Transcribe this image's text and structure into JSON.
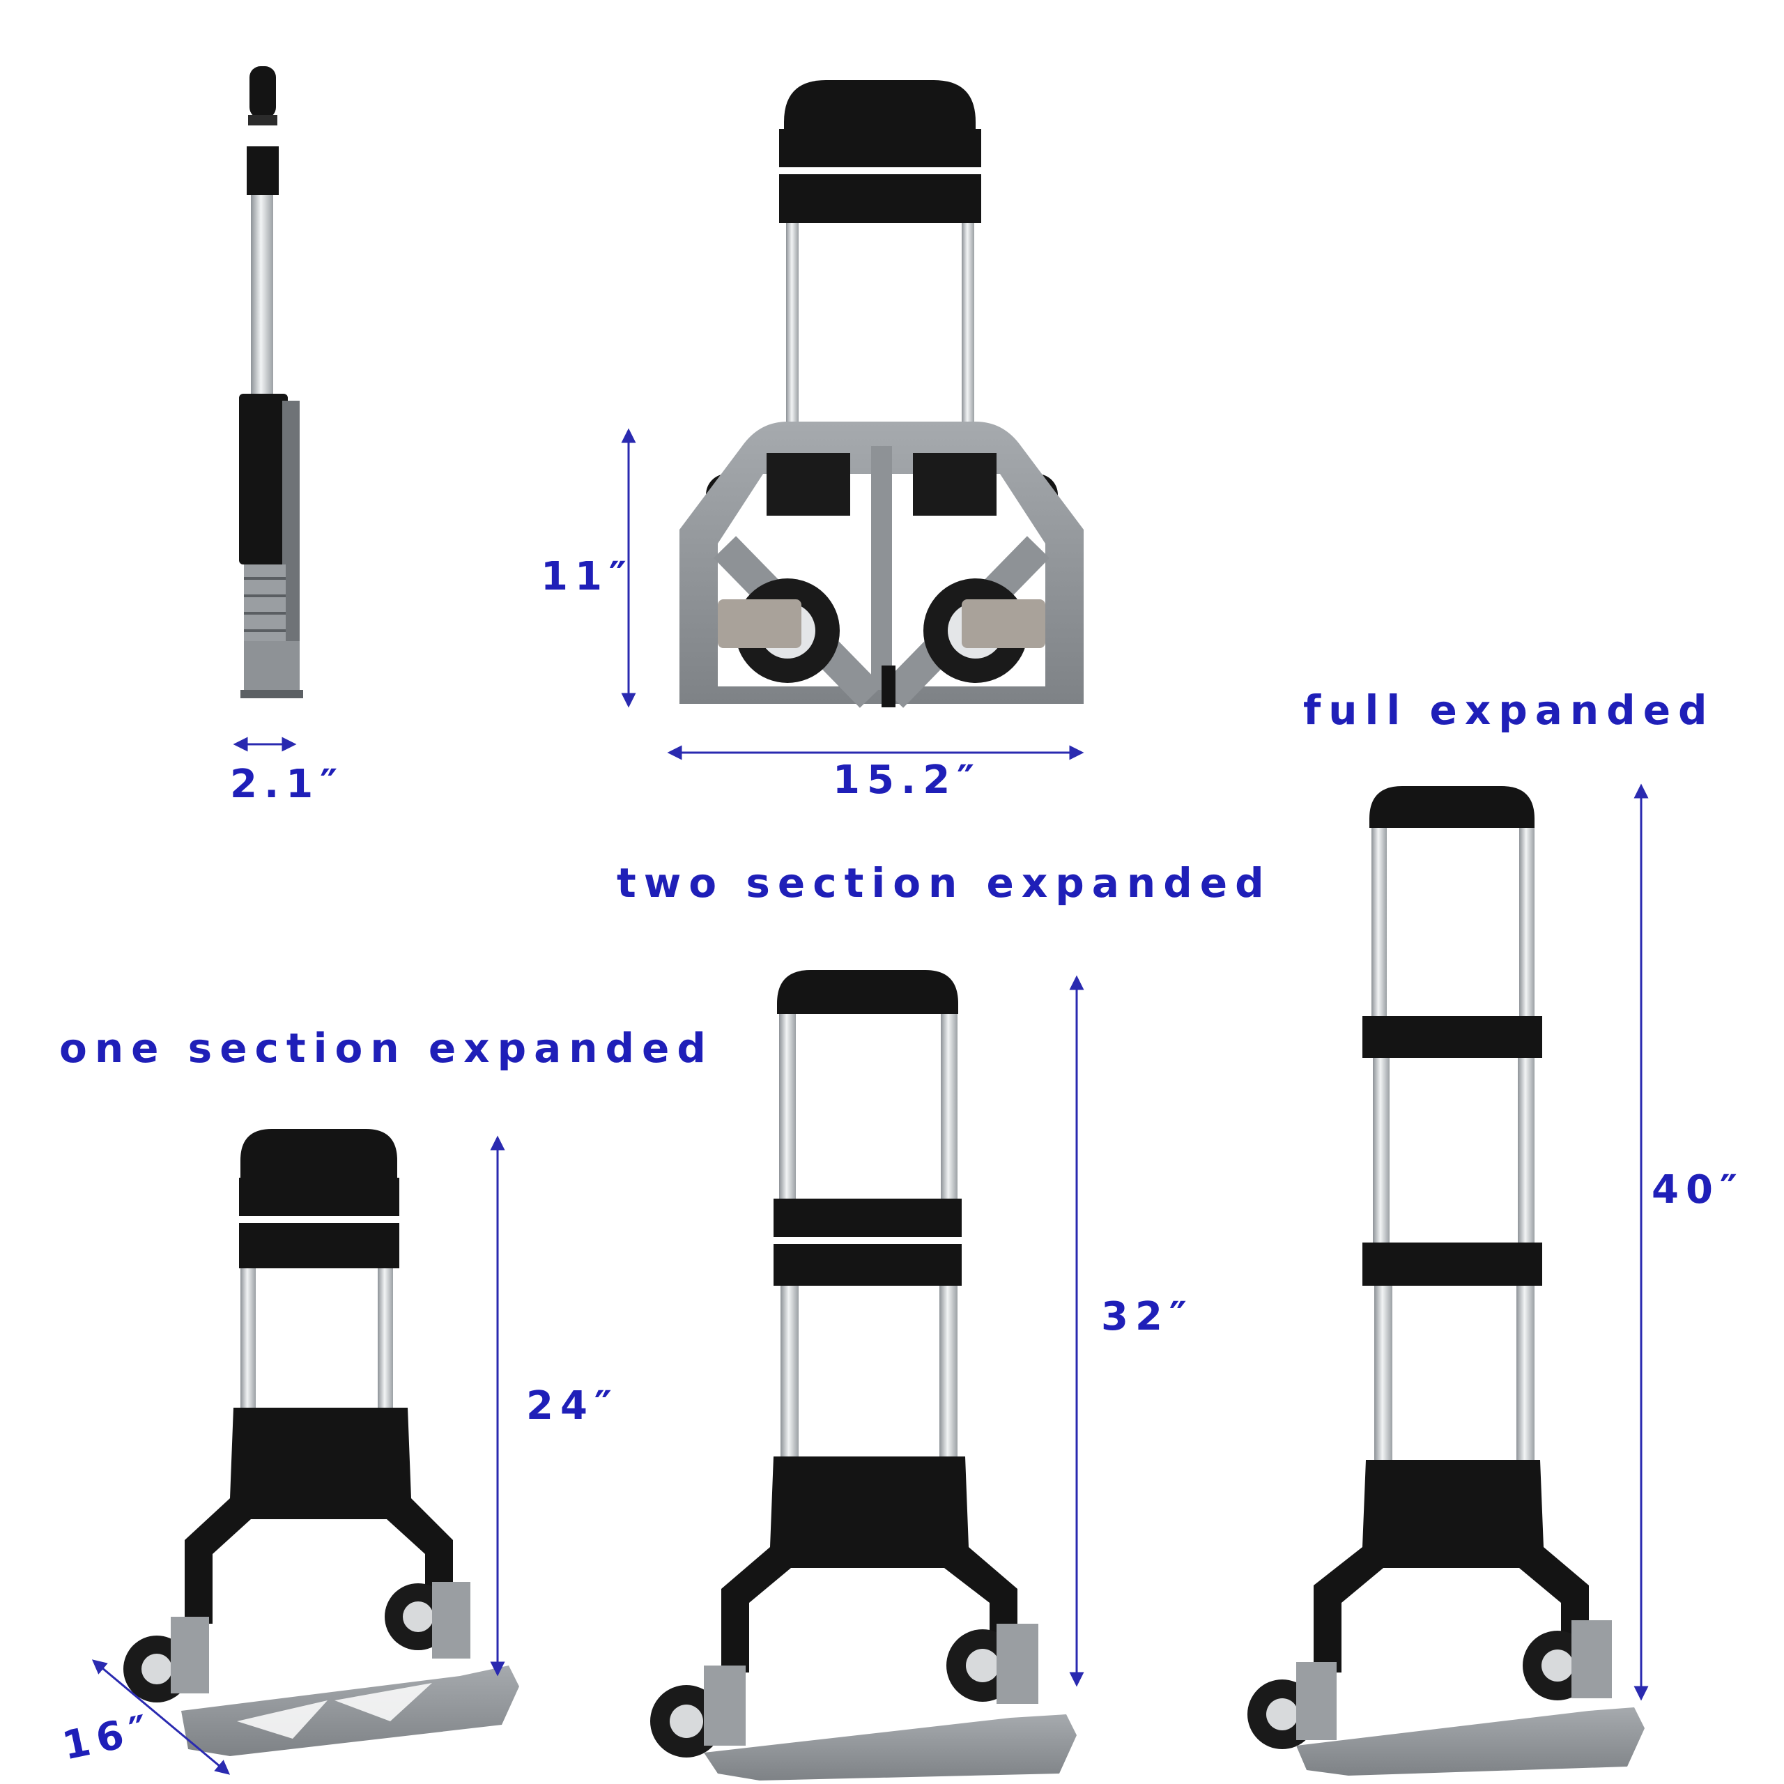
{
  "headings": {
    "full": "full expanded",
    "two": "two section expanded",
    "one": "one section expanded"
  },
  "dimensions": {
    "side_thickness": "2.1″",
    "folded_height": "11″",
    "folded_width": "15.2″",
    "one_section_height": "24″",
    "two_section_height": "32″",
    "full_height": "40″",
    "plate_depth": "16″"
  },
  "colors": {
    "label": "#1f1fb8",
    "frame_black": "#141414",
    "aluminum": "#cfd3d6",
    "plate_gray": "#8e9296",
    "arrow": "#2a2ab0"
  }
}
